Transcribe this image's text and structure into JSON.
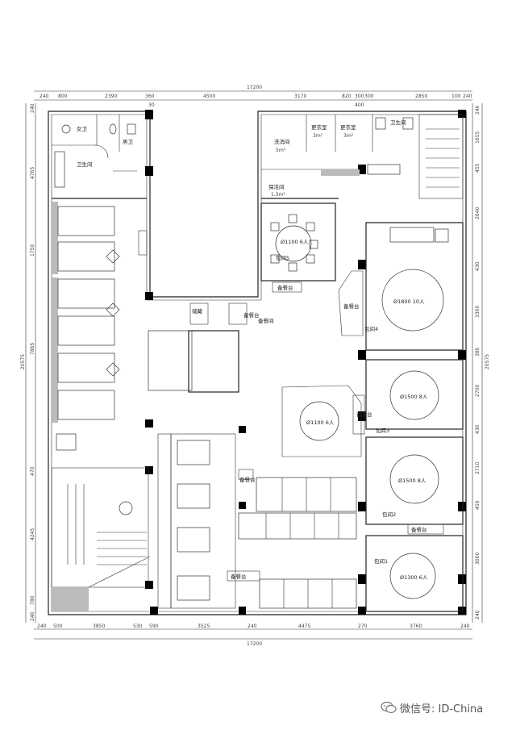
{
  "dimensions": {
    "top_total": "17200",
    "bottom_total": "17200",
    "top_segments": [
      "240",
      "800",
      "2390",
      "360",
      "4500",
      "3170",
      "820",
      "300",
      "300",
      "2850",
      "100",
      "240"
    ],
    "top_sub": "400",
    "top_sub2": "30",
    "bottom_segments": [
      "240",
      "500",
      "3850",
      "530",
      "590",
      "3525",
      "240",
      "4475",
      "270",
      "3760",
      "240"
    ],
    "left_total": "20575",
    "left_segments": [
      "240",
      "4765",
      "1750",
      "7865",
      "470",
      "4245",
      "780",
      "240"
    ],
    "right_total": "20575",
    "right_segments": [
      "240",
      "1655",
      "455",
      "2640",
      "430",
      "3300",
      "380",
      "2700",
      "430",
      "2710",
      "450",
      "3000",
      "240"
    ]
  },
  "rooms": {
    "female_wc": "女卫",
    "male_wc": "男卫",
    "washroom": "卫生间",
    "dish_room": "洗消间",
    "dish_area": "5m²",
    "changing_1": "更衣室",
    "changing_1_area": "3m²",
    "changing_2": "更衣室",
    "changing_2_area": "3m²",
    "wc_3": "卫生间",
    "clean_room": "保洁间",
    "clean_area": "1.3m²",
    "storage": "储藏",
    "service_station": "备餐台",
    "service_room": "备餐间",
    "pr5": "包间5",
    "pr4": "包间4",
    "pr3": "包间3",
    "pr2": "包间2",
    "pr1": "包间1",
    "service_1": "备餐台",
    "service_2": "备餐台",
    "service_3": "备餐台",
    "service_4": "备餐台",
    "service_5": "备餐台",
    "service_6": "备餐台"
  },
  "tables": {
    "t5": "Ø1100  6人",
    "t4": "Ø1800  10人",
    "t_center": "Ø1100  6人",
    "t3": "Ø1500  8人",
    "t2": "Ø1500  8人",
    "t1": "Ø1300  6人"
  },
  "watermark": {
    "text": "微信号: ID-China",
    "icon": "wechat-icon"
  }
}
